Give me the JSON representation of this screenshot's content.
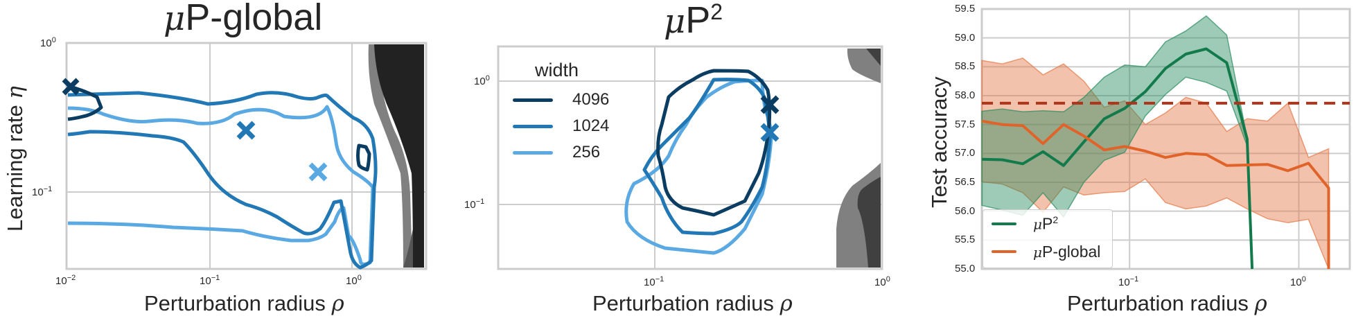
{
  "panels": [
    {
      "title_sym": "μ",
      "title_text": "P-global",
      "xlabel_text": "Perturbation radius ",
      "xlabel_sym": "ρ",
      "ylabel_text": "Learning rate ",
      "ylabel_sym": "η",
      "xticks": [
        {
          "base": "10",
          "exp": "−2"
        },
        {
          "base": "10",
          "exp": "−1"
        },
        {
          "base": "10",
          "exp": "0"
        }
      ],
      "yticks": [
        {
          "base": "10",
          "exp": "0"
        },
        {
          "base": "10",
          "exp": "−1"
        }
      ]
    },
    {
      "title_sym": "μ",
      "title_text": "P",
      "title_sup": "2",
      "xlabel_text": "Perturbation radius ",
      "xlabel_sym": "ρ",
      "xticks": [
        {
          "base": "10",
          "exp": "−1"
        },
        {
          "base": "10",
          "exp": "0"
        }
      ],
      "yticks": [
        {
          "base": "10",
          "exp": "0"
        },
        {
          "base": "10",
          "exp": "−1"
        }
      ],
      "legend": {
        "title": "width",
        "items": [
          {
            "label": "4096",
            "color": "#0b3d62"
          },
          {
            "label": "1024",
            "color": "#2178b4"
          },
          {
            "label": "256",
            "color": "#5aa9e2"
          }
        ]
      }
    },
    {
      "xlabel_text": "Perturbation radius ",
      "xlabel_sym": "ρ",
      "ylabel_text": "Test accuracy",
      "xticks": [
        {
          "base": "10",
          "exp": "−1"
        },
        {
          "base": "10",
          "exp": "0"
        }
      ],
      "yticks": [
        "59.5",
        "59.0",
        "58.5",
        "58.0",
        "57.5",
        "57.0",
        "56.5",
        "56.0",
        "55.5",
        "55.0"
      ],
      "legend": {
        "items": [
          {
            "sym": "μ",
            "label": "P",
            "sup": "2",
            "color": "#127a4b"
          },
          {
            "sym": "μ",
            "label": "P-global",
            "color": "#e0642a"
          }
        ]
      }
    }
  ],
  "chart_data": [
    {
      "type": "contour",
      "title": "μP-global",
      "xlabel": "Perturbation radius ρ",
      "ylabel": "Learning rate η",
      "xscale": "log",
      "yscale": "log",
      "xlim": [
        0.01,
        3.5
      ],
      "ylim": [
        0.033,
        1.0
      ],
      "grid": true,
      "series": [
        {
          "name": "4096",
          "color": "#0b3d62",
          "optimum": [
            0.01,
            0.52
          ]
        },
        {
          "name": "1024",
          "color": "#2178b4",
          "optimum": [
            0.18,
            0.27
          ]
        },
        {
          "name": "256",
          "color": "#5aa9e2",
          "optimum": [
            0.57,
            0.135
          ]
        }
      ],
      "diverged_region_rho_min": 2.4
    },
    {
      "type": "contour",
      "title": "μP²",
      "xlabel": "Perturbation radius ρ",
      "ylabel": "",
      "xscale": "log",
      "yscale": "log",
      "xlim": [
        0.02,
        1.0
      ],
      "ylim": [
        0.03,
        2.0
      ],
      "grid": true,
      "legend_title": "width",
      "legend_position": "upper left",
      "series": [
        {
          "name": "4096",
          "color": "#0b3d62",
          "optimum": [
            0.3,
            0.62
          ]
        },
        {
          "name": "1024",
          "color": "#2178b4",
          "optimum": [
            0.3,
            0.38
          ]
        },
        {
          "name": "256",
          "color": "#5aa9e2",
          "optimum": [
            0.3,
            0.38
          ]
        }
      ],
      "diverged_region_rho_min": 0.6
    },
    {
      "type": "line",
      "title": "",
      "xlabel": "Perturbation radius ρ",
      "ylabel": "Test accuracy",
      "xscale": "log",
      "xlim": [
        0.0134,
        2.0
      ],
      "ylim": [
        55.0,
        59.5
      ],
      "grid": true,
      "legend_position": "lower left",
      "x": [
        0.0134,
        0.0177,
        0.0234,
        0.0308,
        0.0407,
        0.0537,
        0.0709,
        0.0936,
        0.124,
        0.163,
        0.215,
        0.284,
        0.375,
        0.495,
        0.653,
        0.862,
        1.14,
        1.5
      ],
      "series": [
        {
          "name": "μP²",
          "color": "#127a4b",
          "values": [
            56.9,
            56.89,
            56.82,
            57.03,
            56.79,
            57.2,
            57.6,
            57.78,
            58.07,
            58.47,
            58.72,
            58.81,
            58.57,
            57.25,
            null,
            null,
            null,
            null
          ],
          "lower": [
            56.1,
            56.02,
            55.93,
            56.32,
            55.9,
            56.5,
            56.88,
            57.02,
            57.65,
            58.02,
            58.32,
            58.23,
            58.08,
            57.13,
            null,
            null,
            null,
            null
          ],
          "upper": [
            57.73,
            57.77,
            57.72,
            57.74,
            57.72,
            57.97,
            58.32,
            58.53,
            58.5,
            58.93,
            59.12,
            59.38,
            59.05,
            57.27,
            null,
            null,
            null,
            null
          ]
        },
        {
          "name": "μP-global",
          "color": "#e0642a",
          "values": [
            57.56,
            57.5,
            57.48,
            57.17,
            57.5,
            57.3,
            57.06,
            57.12,
            57.04,
            56.93,
            57.0,
            56.98,
            56.79,
            56.8,
            56.81,
            56.7,
            56.83,
            56.4
          ],
          "lower": [
            56.51,
            56.47,
            56.32,
            55.98,
            56.42,
            56.28,
            56.32,
            56.34,
            56.56,
            56.15,
            56.04,
            56.09,
            56.23,
            56.04,
            55.87,
            55.8,
            55.86,
            55.0
          ],
          "upper": [
            58.61,
            58.55,
            58.65,
            58.36,
            58.55,
            58.25,
            57.8,
            57.91,
            57.5,
            57.7,
            57.97,
            57.87,
            57.38,
            57.6,
            57.56,
            57.87,
            56.93,
            57.08
          ]
        }
      ],
      "reference_line": {
        "y": 57.87,
        "style": "dashed",
        "color": "#b0341c"
      }
    }
  ]
}
